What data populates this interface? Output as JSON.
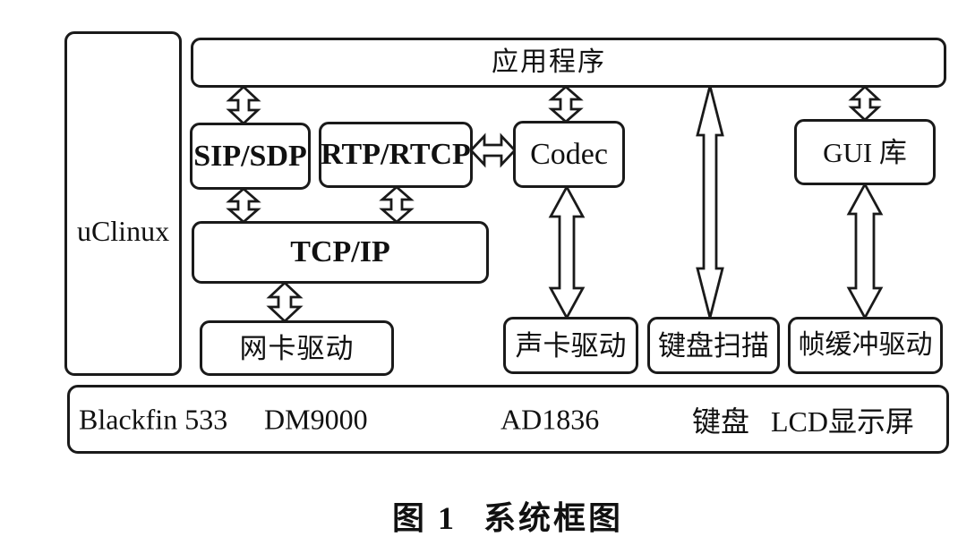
{
  "diagram": {
    "os": "uClinux",
    "application": "应用程序",
    "sip_sdp": "SIP/SDP",
    "rtp_rtcp": "RTP/RTCP",
    "codec": "Codec",
    "gui_lib": "GUI 库",
    "tcp_ip": "TCP/IP",
    "nic_driver": "网卡驱动",
    "sound_driver": "声卡驱动",
    "keyboard_scan": "键盘扫描",
    "framebuffer_driver": "帧缓冲驱动"
  },
  "hardware_bar": {
    "processor": "Blackfin 533",
    "ethernet_controller": "DM9000",
    "audio_codec": "AD1836",
    "keyboard": "键盘",
    "lcd_display": "LCD显示屏"
  },
  "caption": {
    "figure_number": "图 1",
    "title": "系统框图"
  },
  "colors": {
    "line": "#1a1a1a",
    "background": "#ffffff"
  }
}
